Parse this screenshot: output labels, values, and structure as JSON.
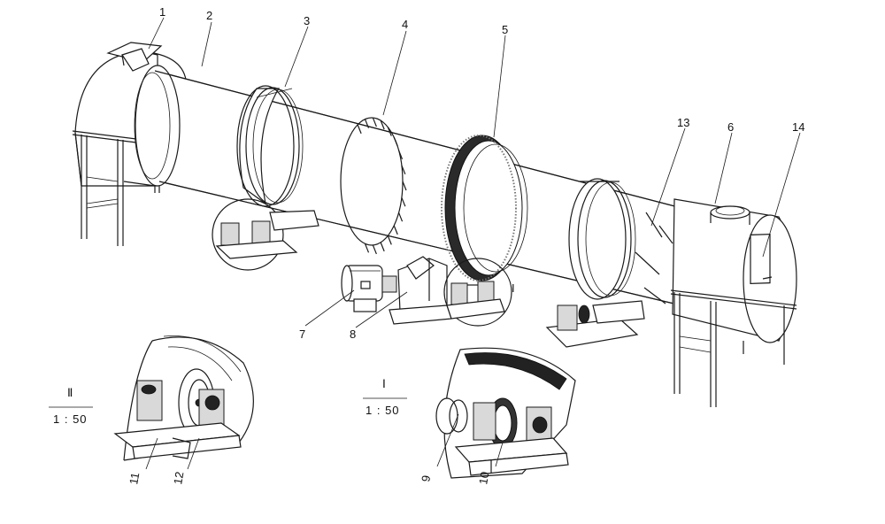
{
  "diagram": {
    "part_labels": [
      "1",
      "2",
      "3",
      "4",
      "5",
      "6",
      "7",
      "8",
      "9",
      "10",
      "11",
      "12",
      "13",
      "14"
    ],
    "detail_views": [
      {
        "mark": "Ⅱ",
        "scale": "1 : 50"
      },
      {
        "mark": "Ⅰ",
        "scale": "1 : 50"
      }
    ],
    "section_marks": {
      "detail_I": "I"
    },
    "icons": [
      "rotary-drum-dryer",
      "feed-hopper",
      "girth-gear",
      "riding-ring",
      "support-roller",
      "motor",
      "gear-reducer",
      "pinion"
    ]
  }
}
